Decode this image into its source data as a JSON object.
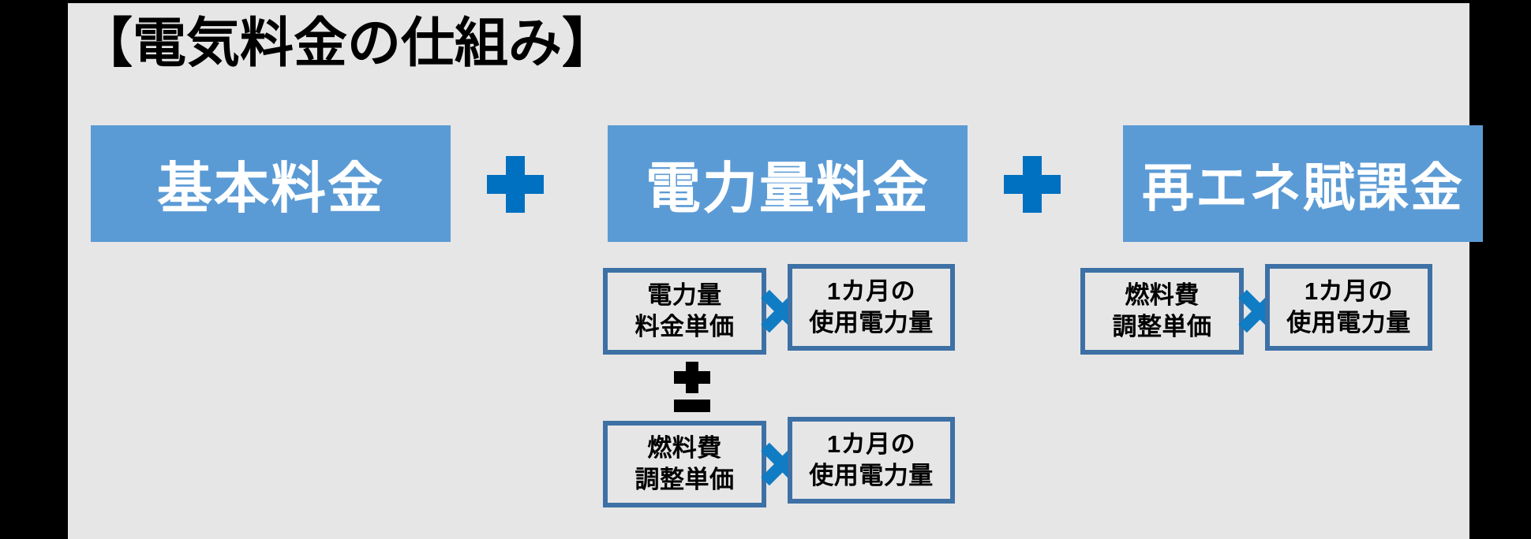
{
  "slide": {
    "title": "【電気料金の仕組み】",
    "background_color": "#e6e6e6",
    "gutter_color": "#000000",
    "accent_blue": "#5b9bd5",
    "plus_blue": "#0070c0",
    "times_blue": "#0f7cc4",
    "box_border_blue": "#3d71a5"
  },
  "formula": {
    "components": [
      {
        "id": "basic",
        "label": "基本料金"
      },
      {
        "id": "energy",
        "label": "電力量料金"
      },
      {
        "id": "levy",
        "label": "再エネ賦課金"
      }
    ],
    "operators": {
      "plus": "+",
      "times": "×",
      "plus_minus": "±"
    }
  },
  "energy_breakdown": {
    "rows": [
      {
        "unit": {
          "line1": "電力量",
          "line2": "料金単価"
        },
        "operator": "×",
        "quantity": {
          "line1": "1カ月の",
          "line2": "使用電力量"
        }
      },
      {
        "unit": {
          "line1": "燃料費",
          "line2": "調整単価"
        },
        "operator": "×",
        "quantity": {
          "line1": "1カ月の",
          "line2": "使用電力量"
        }
      }
    ],
    "row_operator": "±"
  },
  "levy_breakdown": {
    "rows": [
      {
        "unit": {
          "line1": "燃料費",
          "line2": "調整単価"
        },
        "operator": "×",
        "quantity": {
          "line1": "1カ月の",
          "line2": "使用電力量"
        }
      }
    ]
  }
}
